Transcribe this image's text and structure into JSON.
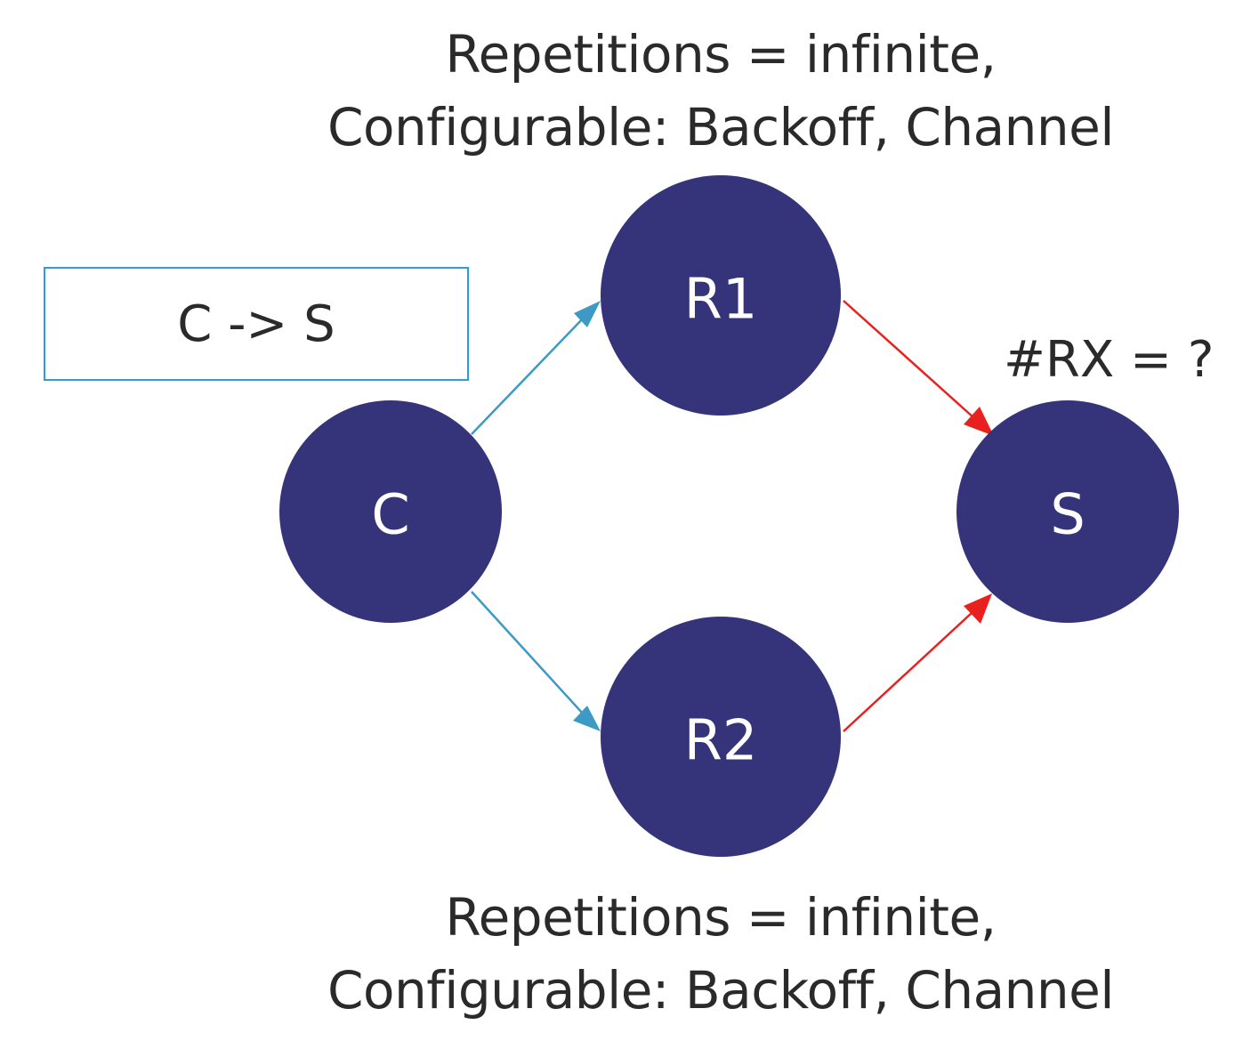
{
  "caption_top": {
    "line1": "Repetitions = infinite,",
    "line2": "Configurable: Backoff, Channel"
  },
  "caption_bottom": {
    "line1": "Repetitions = infinite,",
    "line2": "Configurable: Backoff, Channel"
  },
  "flow_label": "C -> S",
  "rx_label": "#RX = ?",
  "nodes": {
    "c": "C",
    "r1": "R1",
    "r2": "R2",
    "s": "S"
  },
  "colors": {
    "node_fill": "#35337a",
    "node_text": "#ffffff",
    "edge_client_to_relay": "#3c9ac4",
    "edge_relay_to_server": "#e8201e",
    "label_box_border": "#2d9cd7"
  }
}
